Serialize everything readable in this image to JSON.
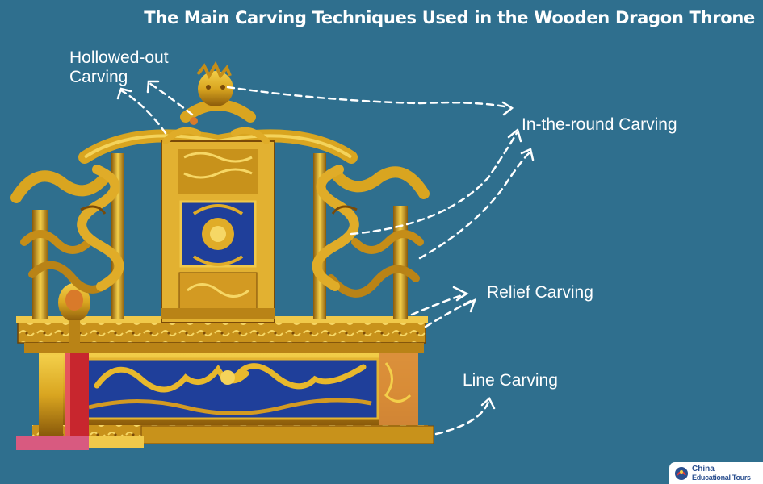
{
  "title": "The Main Carving Techniques Used in the Wooden Dragon Throne",
  "labels": {
    "hollowed_out": "Hollowed-out Carving",
    "in_the_round": "In-the-round Carving",
    "relief": "Relief Carving",
    "line": "Line Carving"
  },
  "logo": {
    "line1": "China",
    "line2": "Educational Tours"
  },
  "colors": {
    "background": "#2f6f8e",
    "gold": "#d9a520",
    "dark_gold": "#8a5a0a",
    "blue_panel": "#1f3f9a",
    "red_post": "#c8262e",
    "arrow": "#ffffff"
  },
  "icons": {
    "arrow": "dashed-curved-arrow-icon",
    "logo": "china-educational-tours-logo-icon"
  }
}
